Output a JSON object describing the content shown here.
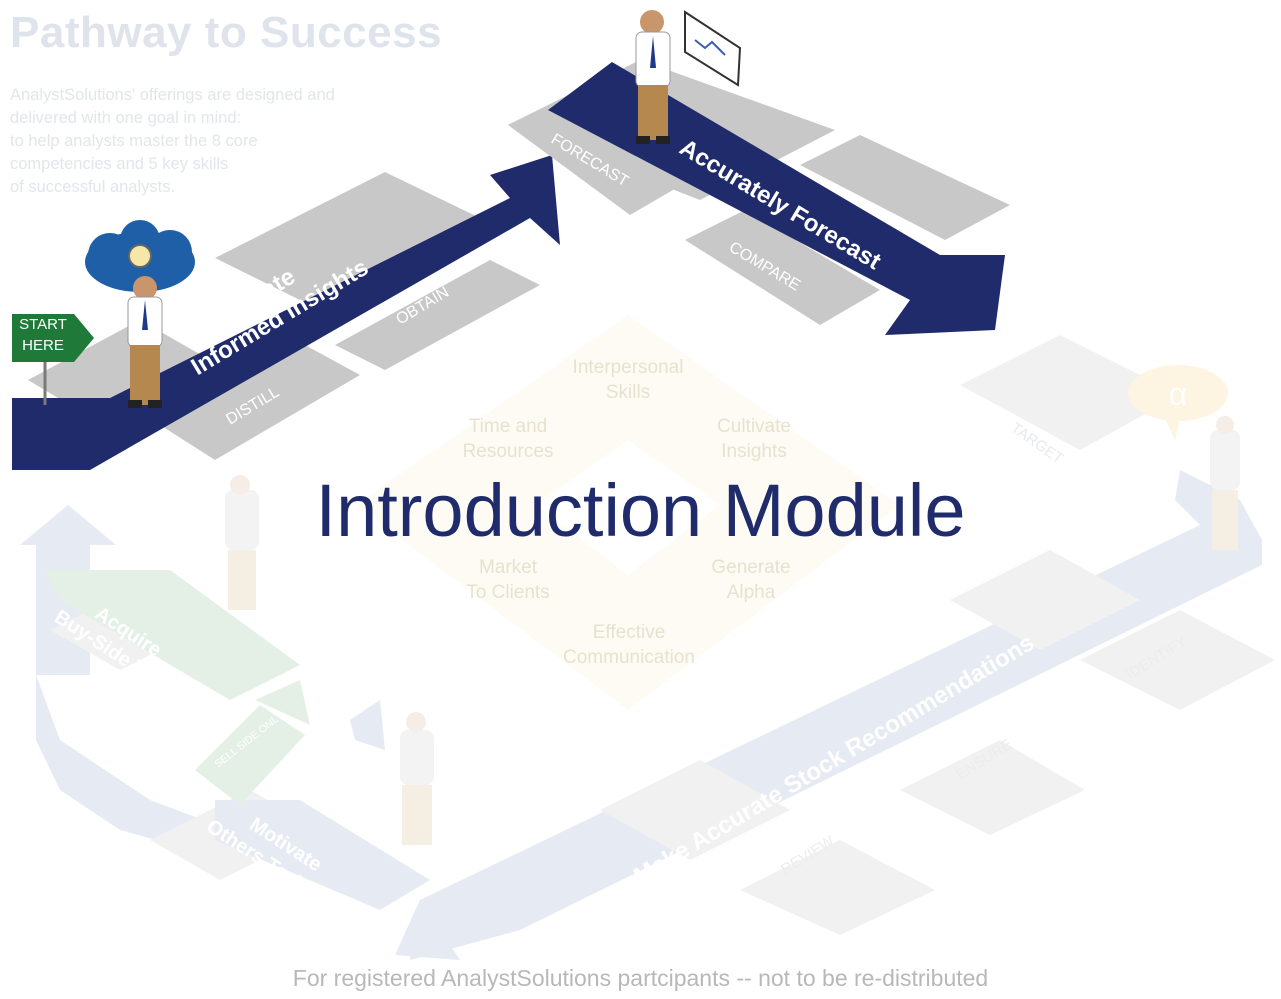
{
  "header": {
    "title": "Pathway to Success",
    "intro_lines": [
      "AnalystSolutions' offerings are designed and",
      "delivered with one goal in mind:",
      "to help analysts master the 8 core",
      "competencies and 5 key skills",
      "of successful analysts."
    ]
  },
  "start_sign": {
    "line1": "START",
    "line2": "HERE"
  },
  "steps": {
    "generate": {
      "line1": "Generate",
      "line2": "Informed Insights",
      "skills": [
        "DISTILL",
        "OBTAIN"
      ]
    },
    "forecast": {
      "label": "Accurately Forecast",
      "skills": [
        "FORECAST",
        "COMPARE"
      ]
    },
    "recommend": {
      "label": "Make Accurate Stock Recommendations",
      "skills": [
        "TARGET",
        "IDENTIFY",
        "ENSURE",
        "REVIEW"
      ]
    },
    "motivate": {
      "line1": "Motivate",
      "line2": "Others To Act",
      "tag": "SELL SIDE ONLY"
    },
    "acquire": {
      "line1": "Acquire",
      "line2": "Buy-Side Votes"
    }
  },
  "competencies": [
    {
      "line1": "Interpersonal",
      "line2": "Skills"
    },
    {
      "line1": "Time and",
      "line2": "Resources"
    },
    {
      "line1": "Cultivate",
      "line2": "Insights"
    },
    {
      "line1": "Market",
      "line2": "To Clients"
    },
    {
      "line1": "Generate",
      "line2": "Alpha"
    },
    {
      "line1": "Effective",
      "line2": "Communication"
    }
  ],
  "alpha_symbol": "α",
  "module_title": "Introduction Module",
  "footer": "For registered AnalystSolutions partcipants -- not to be re-distributed",
  "colors": {
    "navy": "#1f2b6b",
    "gray_tile": "#c6c6c6",
    "green_sign": "#1f7a3a",
    "cloud_blue": "#1f5fa8",
    "faded_navy": "#e6eaf2",
    "faded_green": "#e4f0e6"
  }
}
